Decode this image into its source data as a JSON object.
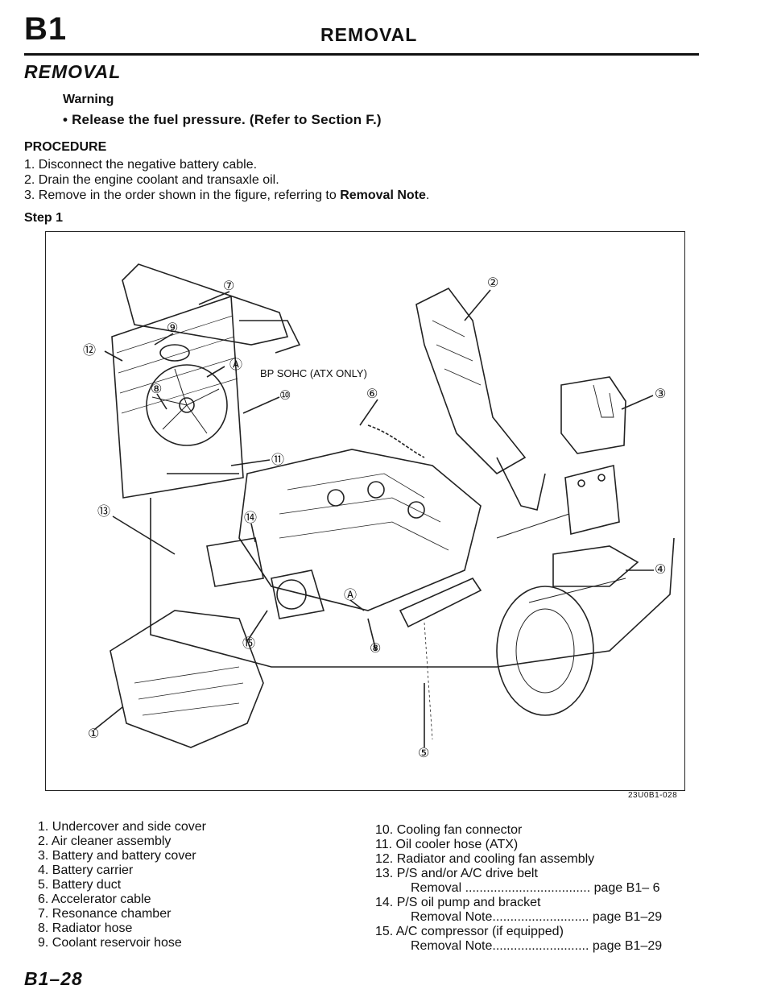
{
  "header": {
    "section_code": "B1",
    "title": "REMOVAL"
  },
  "section_title": "REMOVAL",
  "warning": {
    "label": "Warning",
    "item": "Release the fuel pressure. (Refer to Section F.)"
  },
  "procedure": {
    "label": "PROCEDURE",
    "steps": [
      "1. Disconnect the negative battery cable.",
      "2. Drain the engine coolant and transaxle oil."
    ],
    "step3_text": "3. Remove in the order shown in the figure, referring to ",
    "step3_bold": "Removal Note",
    "step3_end": "."
  },
  "step_label": "Step 1",
  "figure": {
    "caption_code": "23U0B1-028",
    "engine_note": "BP SOHC (ATX ONLY)",
    "callouts": [
      "⑦",
      "②",
      "⑨",
      "⑫",
      "Ⓐ",
      "⑩",
      "⑥",
      "③",
      "⑧",
      "⑪",
      "⑬",
      "⑭",
      "④",
      "Ⓐ",
      "⑮",
      "⑧",
      "①",
      "⑤"
    ]
  },
  "legend_left": [
    "1. Undercover and side cover",
    "2. Air cleaner assembly",
    "3. Battery and battery cover",
    "4. Battery carrier",
    "5. Battery duct",
    "6. Accelerator cable",
    "7. Resonance chamber",
    "8. Radiator hose",
    "9. Coolant reservoir hose"
  ],
  "legend_right": [
    "10. Cooling fan connector",
    "11. Oil cooler hose (ATX)",
    "12. Radiator and cooling fan assembly",
    "13. P/S and/or A/C drive belt",
    "Removal ................................... page B1– 6",
    "14. P/S oil pump and bracket",
    "Removal Note........................... page B1–29",
    "15. A/C compressor (if equipped)",
    "Removal Note........................... page B1–29"
  ],
  "footer_code": "B1–28"
}
